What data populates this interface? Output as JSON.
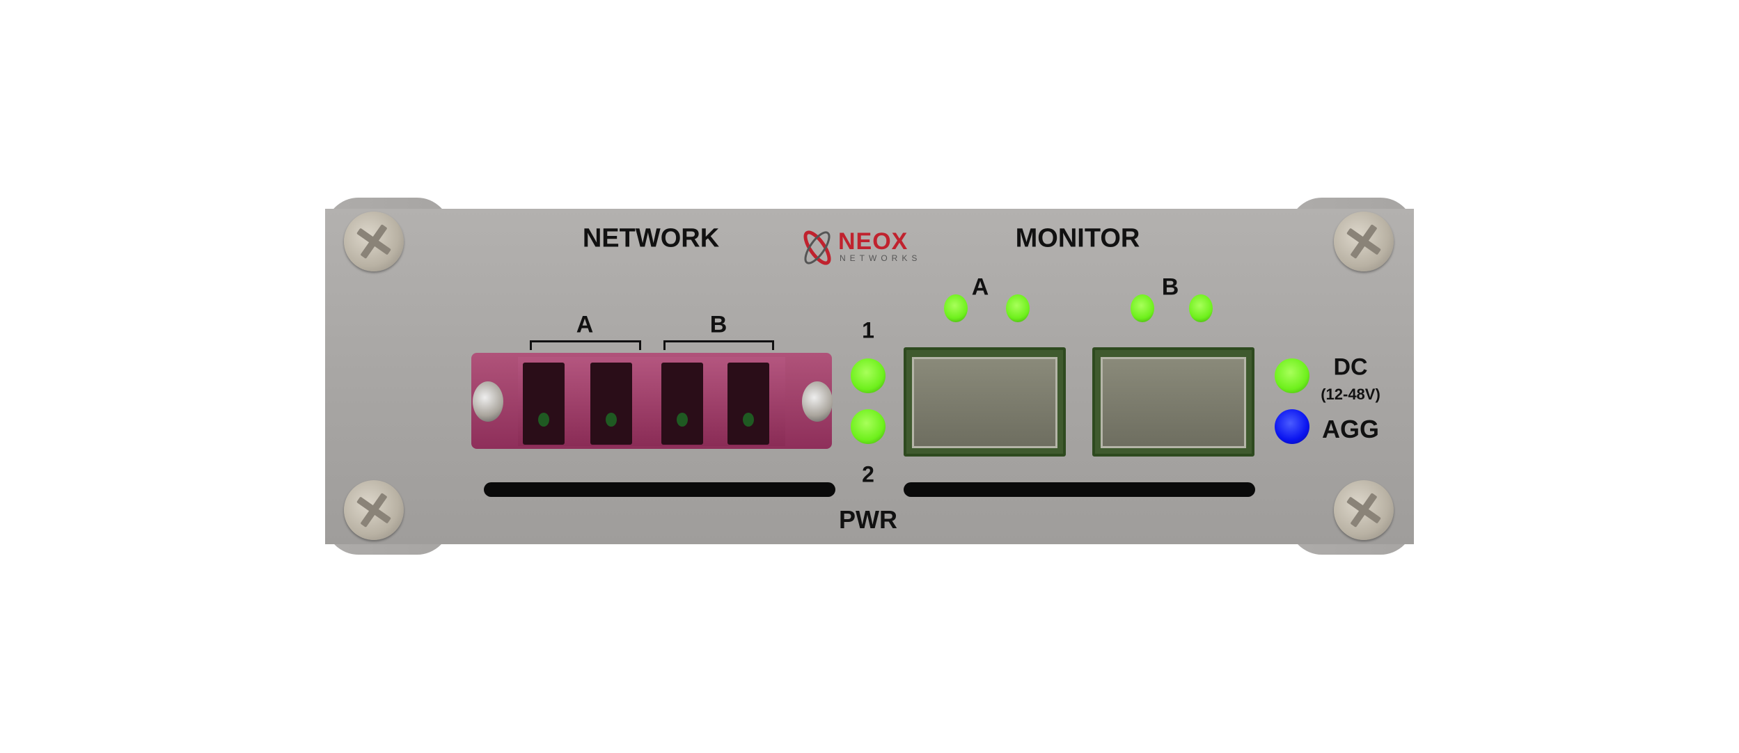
{
  "device": {
    "brand": {
      "name": "NEOX",
      "subtitle": "NETWORKS",
      "colors": {
        "primary": "#c0222e",
        "secondary": "#555555"
      }
    },
    "sections": {
      "network": "NETWORK",
      "monitor": "MONITOR"
    },
    "network_ports": {
      "a": "A",
      "b": "B"
    },
    "power_leds": {
      "one": "1",
      "two": "2",
      "label": "PWR"
    },
    "monitor_ports": {
      "a": "A",
      "b": "B"
    },
    "status": {
      "dc": "DC",
      "dc_range": "(12-48V)",
      "agg": "AGG"
    },
    "colors": {
      "led_green": "#6ef01c",
      "led_blue": "#0a14f0",
      "connector": "#a0406a",
      "panel": "#a9a7a5"
    }
  }
}
